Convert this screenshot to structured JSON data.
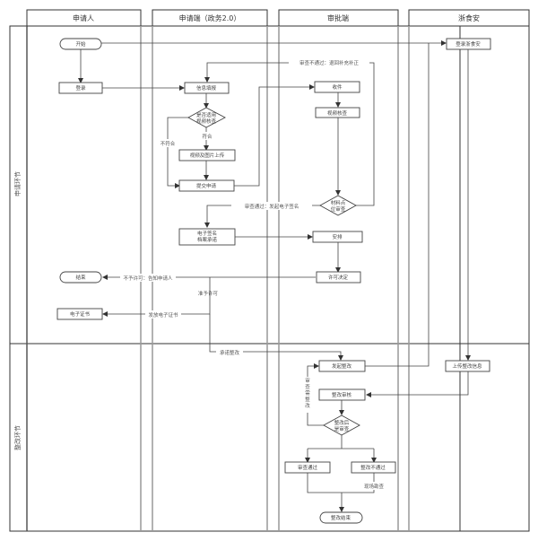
{
  "lanes": [
    {
      "id": "applicant",
      "label": "申请人"
    },
    {
      "id": "apply-side",
      "label": "申请端（政务2.0）"
    },
    {
      "id": "approval-side",
      "label": "审批端"
    },
    {
      "id": "zheshian",
      "label": "浙食安"
    }
  ],
  "phases": [
    {
      "id": "apply-phase",
      "label": "申请环节"
    },
    {
      "id": "rectify-phase",
      "label": "整改环节"
    }
  ],
  "nodes": {
    "start": "开始",
    "login": "登录",
    "info_fill": "信息填报",
    "check_fit": "是否适用\n视频核查",
    "video_upload": "视频及图片上传",
    "submit": "提交申请",
    "receive": "收件",
    "video_check": "视频核查",
    "material_review": "材料点\n位审查",
    "esign": "电子签名\n档案承诺",
    "arrange": "安排",
    "permit_decision": "许可决定",
    "end": "结束",
    "e_cert": "电子证书",
    "login_zsa": "登录浙食安",
    "upload_rectify": "上传整改信息",
    "start_rectify": "发起整改",
    "rectify_review": "整改审核",
    "rectify_pass_check": "整改后\n是审查",
    "review_pass": "审查通过",
    "rectify_fail": "整改不通过",
    "rectify_end": "整改结束"
  },
  "edge_labels": {
    "not_pass_return": "审查不通过：退回补充补正",
    "fit": "符合",
    "not_fit": "不符合",
    "pass_esign": "审查通过：发起电子签名",
    "deny_notify": "不予许可：告知申请人",
    "grant": "准予许可",
    "issue_cert": "发放电子证书",
    "commit_rectify": "承诺整改",
    "review_rectify": "审查需整改",
    "onsite_check": "现场勘查"
  }
}
